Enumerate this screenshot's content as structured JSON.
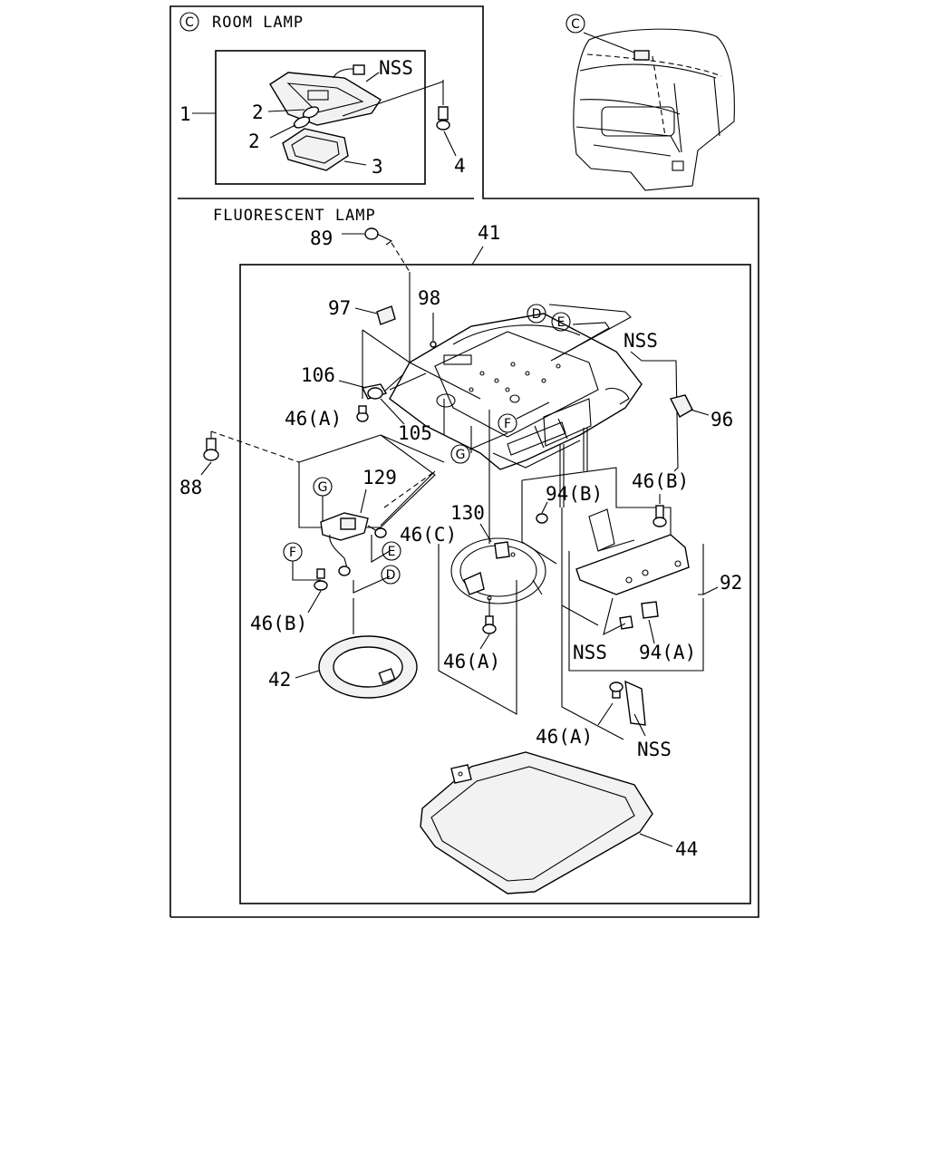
{
  "headers": {
    "room_lamp_marker": "C",
    "room_lamp": "ROOM LAMP",
    "fluorescent_lamp": "FLUORESCENT LAMP"
  },
  "labels": {
    "room_1": "1",
    "room_2a": "2",
    "room_2b": "2",
    "room_3": "3",
    "room_4": "4",
    "room_nss": "NSS",
    "cab_c": "C",
    "p89": "89",
    "p41": "41",
    "p97": "97",
    "p98": "98",
    "p106": "106",
    "p46a_left": "46(A)",
    "p105": "105",
    "p88": "88",
    "p129": "129",
    "p46c": "46(C)",
    "p46b_left": "46(B)",
    "p42": "42",
    "p130": "130",
    "p46a_center": "46(A)",
    "p94b": "94(B)",
    "p46b_right": "46(B)",
    "p92": "92",
    "p94a": "94(A)",
    "nss_mid": "NSS",
    "nss_top": "NSS",
    "p96": "96",
    "p46a_lower": "46(A)",
    "nss_lower": "NSS",
    "p44": "44"
  },
  "circle_tags": {
    "d_top": "D",
    "e_top": "E",
    "f_center": "F",
    "g_center": "G",
    "g_left": "G",
    "f_left": "F",
    "e_left": "E",
    "d_left": "D"
  }
}
